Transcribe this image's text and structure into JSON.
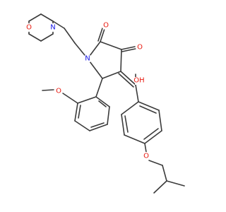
{
  "molecule": {
    "atom_labels": {
      "morpholine_o": "O",
      "morpholine_n": "N",
      "ring_n": "N",
      "c2_oxo": "O",
      "c3_oxo": "O",
      "hydroxyl": "OH",
      "methoxy_o": "O",
      "ether_o": "O"
    },
    "colors": {
      "bond": "#3b3b3b",
      "oxygen": "#e8190f",
      "nitrogen": "#1414e6",
      "background": "#ffffff"
    }
  }
}
